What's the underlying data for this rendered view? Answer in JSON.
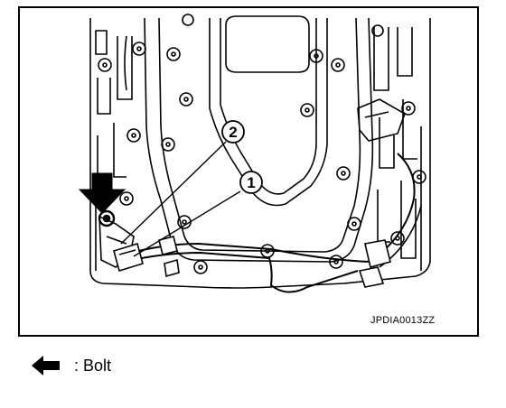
{
  "diagram": {
    "figure_code": "JPDIA0013ZZ",
    "callouts": [
      {
        "id": "callout-1",
        "label": "1"
      },
      {
        "id": "callout-2",
        "label": "2"
      }
    ]
  },
  "legend": {
    "icon": "left-arrow-icon",
    "separator": ":",
    "text": "Bolt"
  }
}
